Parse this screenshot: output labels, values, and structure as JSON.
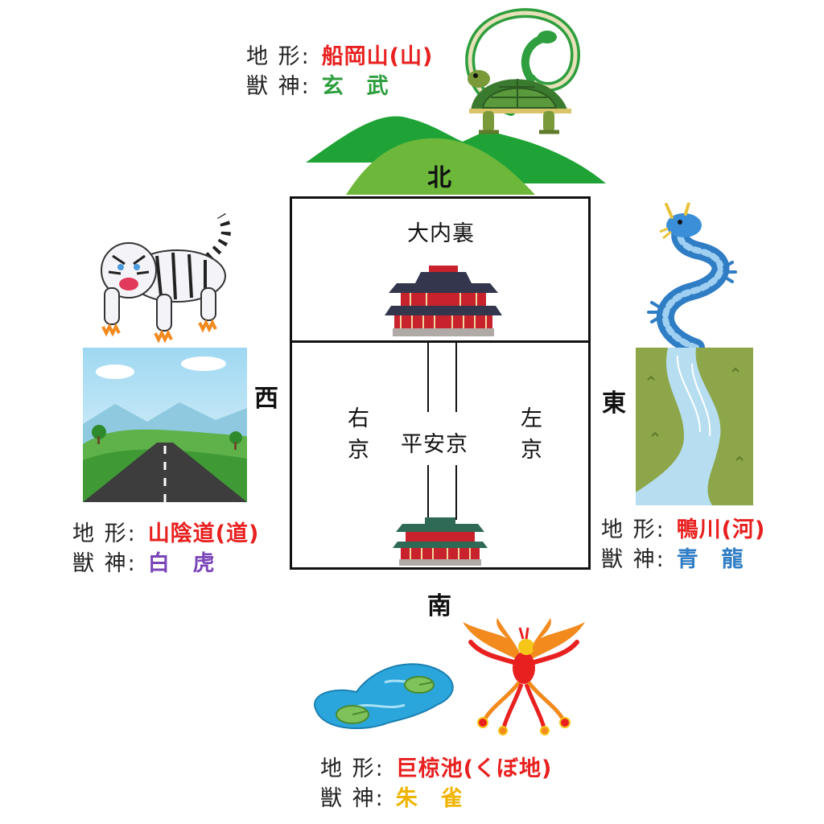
{
  "north": {
    "direction": "北",
    "terrain_label": "地 形:",
    "terrain_value": "船岡山(山)",
    "beast_label": "獣 神:",
    "beast_value": "玄　武",
    "colors": {
      "terrain": "#e8201f",
      "beast": "#2e9e3e"
    },
    "icon": "tortoise-snake-icon"
  },
  "west": {
    "direction": "西",
    "terrain_label": "地 形:",
    "terrain_value": "山陰道(道)",
    "beast_label": "獣 神:",
    "beast_value": "白　虎",
    "colors": {
      "terrain": "#e8201f",
      "beast": "#7a45b8"
    },
    "icon": "white-tiger-icon"
  },
  "east": {
    "direction": "東",
    "terrain_label": "地 形:",
    "terrain_value": "鴨川(河)",
    "beast_label": "獣 神:",
    "beast_value": "青　龍",
    "colors": {
      "terrain": "#e8201f",
      "beast": "#2f7dc4"
    },
    "icon": "blue-dragon-icon"
  },
  "south": {
    "direction": "南",
    "terrain_label": "地 形:",
    "terrain_value": "巨椋池(くぼ地)",
    "beast_label": "獣 神:",
    "beast_value": "朱　雀",
    "colors": {
      "terrain": "#e8201f",
      "beast": "#f0b400"
    },
    "icon": "vermilion-bird-icon"
  },
  "map": {
    "palace": "大内裏",
    "city": "平安京",
    "right_capital": "右京",
    "left_capital": "左京"
  }
}
